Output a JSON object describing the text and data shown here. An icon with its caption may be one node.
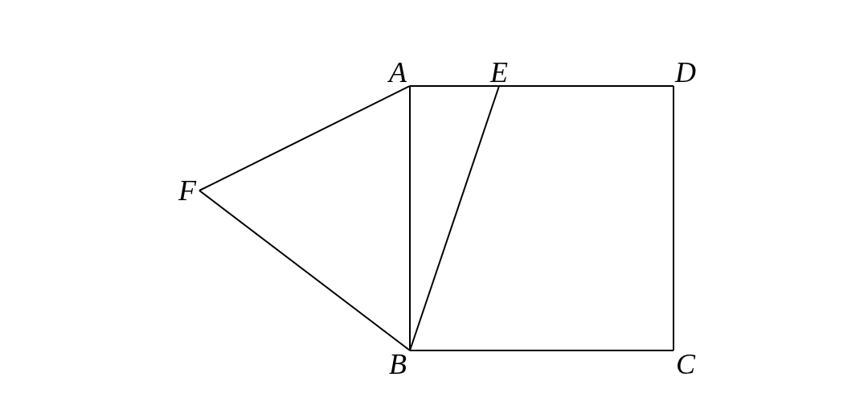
{
  "diagram": {
    "nodes": [
      {
        "text": [
          "A"
        ]
      },
      {
        "text": [
          "E"
        ]
      },
      {
        "text": [
          "D"
        ]
      },
      {
        "text": [
          "F"
        ]
      },
      {
        "text": [
          "B"
        ]
      },
      {
        "text": [
          "C"
        ]
      }
    ],
    "edges": [
      {
        "from": 0,
        "to": 2,
        "arrow": "none"
      },
      {
        "from": 2,
        "to": 5,
        "arrow": "none"
      },
      {
        "from": 5,
        "to": 4,
        "arrow": "none"
      },
      {
        "from": 4,
        "to": 0,
        "arrow": "none"
      },
      {
        "from": 0,
        "to": 3,
        "arrow": "none"
      },
      {
        "from": 3,
        "to": 4,
        "arrow": "none"
      },
      {
        "from": 4,
        "to": 1,
        "arrow": "none"
      }
    ]
  }
}
